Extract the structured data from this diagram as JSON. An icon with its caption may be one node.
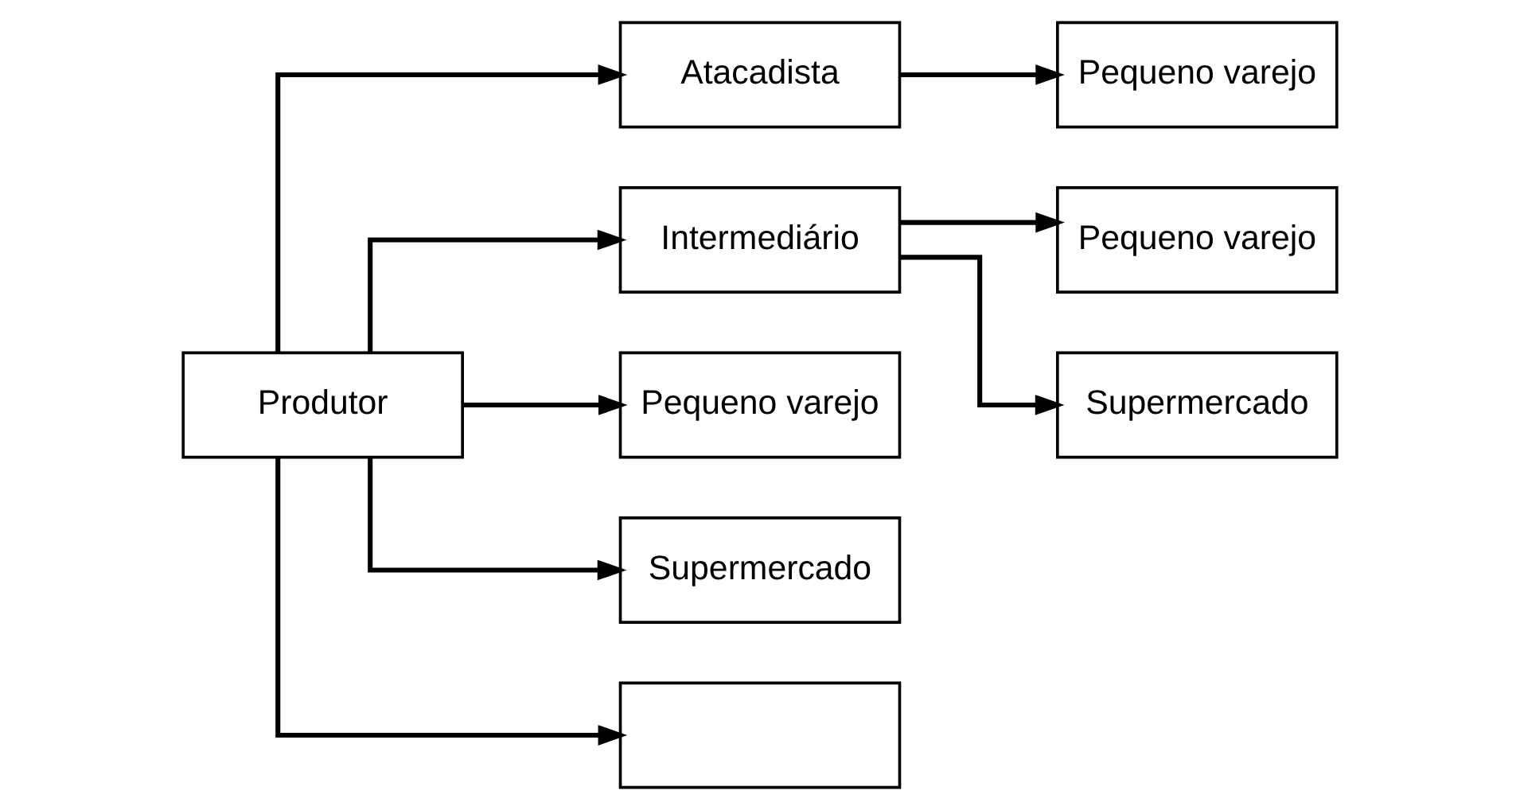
{
  "diagram": {
    "nodes": [
      {
        "text": [
          "Produtor"
        ]
      },
      {
        "text": [
          "Atacadista"
        ]
      },
      {
        "text": [
          "Pequeno varejo"
        ]
      },
      {
        "text": [
          "Intermediário"
        ]
      },
      {
        "text": [
          "Pequeno varejo"
        ]
      },
      {
        "text": [
          "Supermercado"
        ]
      },
      {
        "text": [
          "Pequeno varejo"
        ]
      },
      {
        "text": [
          "Supermercado"
        ]
      },
      {
        "text": [],
        "shape": "box"
      }
    ],
    "edges": [
      {
        "from": 0,
        "to": 1,
        "arrow": "to"
      },
      {
        "from": 0,
        "to": 3,
        "arrow": "to"
      },
      {
        "from": 0,
        "to": 6,
        "arrow": "to"
      },
      {
        "from": 0,
        "to": 7,
        "arrow": "to"
      },
      {
        "from": 0,
        "to": 8,
        "arrow": "to"
      },
      {
        "from": 1,
        "to": 2,
        "arrow": "to"
      },
      {
        "from": 3,
        "to": 4,
        "arrow": "to"
      },
      {
        "from": 3,
        "to": 5,
        "arrow": "to"
      }
    ]
  }
}
